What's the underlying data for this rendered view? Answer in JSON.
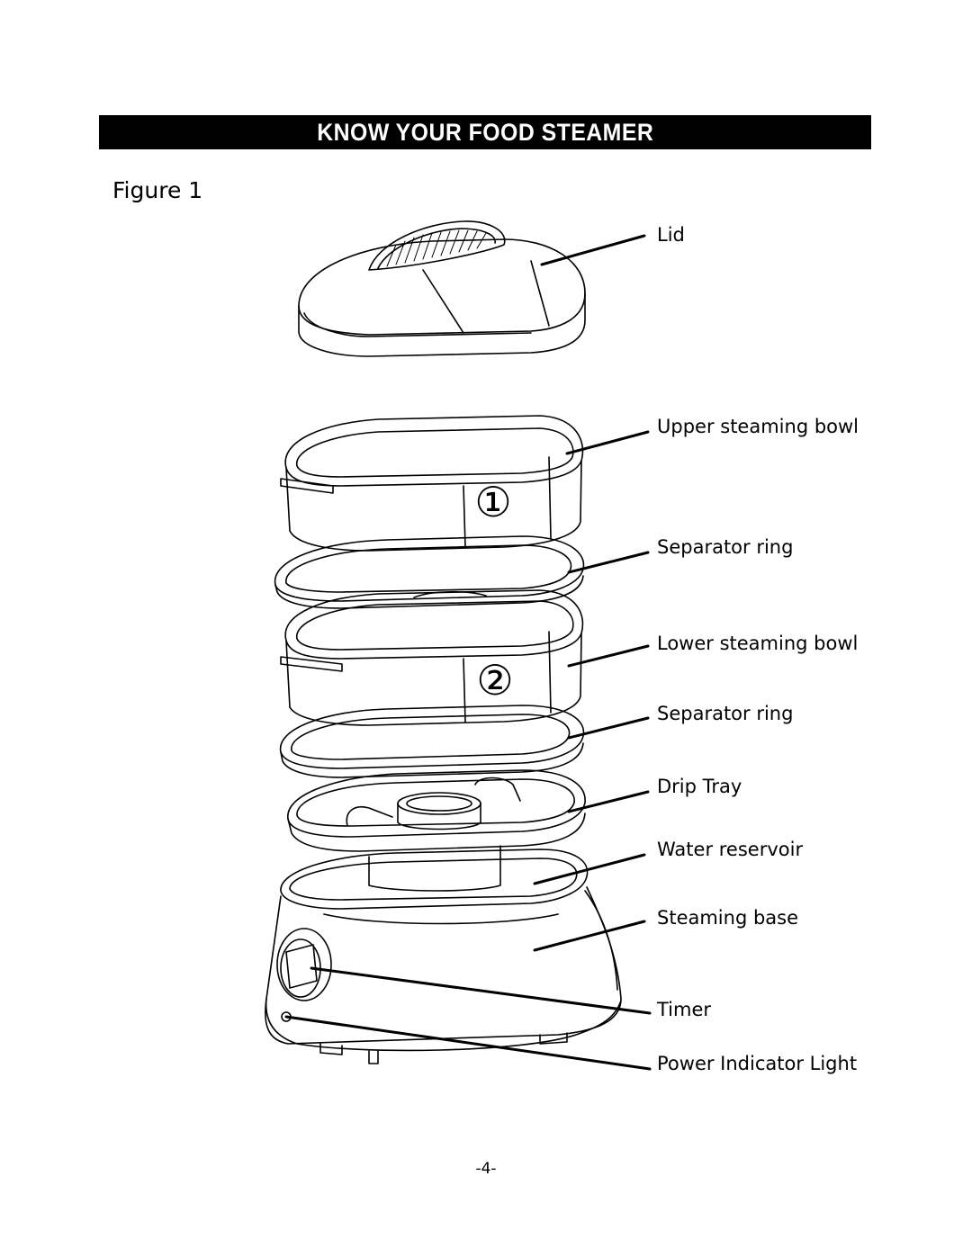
{
  "header": {
    "title": "KNOW YOUR FOOD STEAMER"
  },
  "figure": {
    "label": "Figure 1"
  },
  "bowl_markers": [
    "①",
    "②"
  ],
  "parts": [
    "Lid",
    "Upper steaming bowl",
    "Separator ring",
    "Lower steaming bowl",
    "Separator ring",
    "Drip Tray",
    "Water reservoir",
    "Steaming base",
    "Timer",
    "Power Indicator Light"
  ],
  "footer": {
    "page_number": "-4-"
  }
}
